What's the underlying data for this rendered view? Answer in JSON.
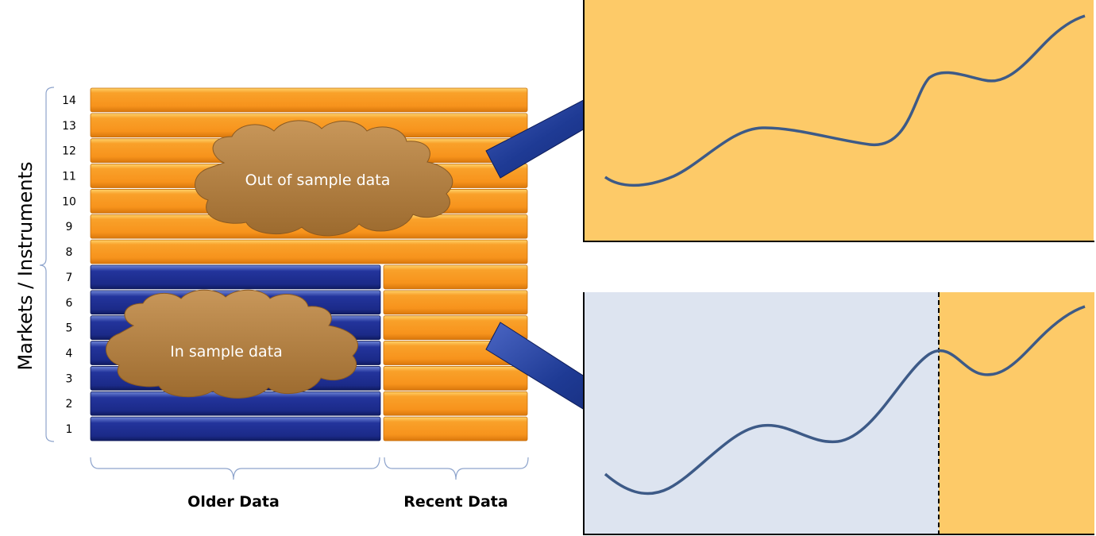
{
  "axis_label": "Markets / Instruments",
  "row_numbers": [
    "1",
    "2",
    "3",
    "4",
    "5",
    "6",
    "7",
    "8",
    "9",
    "10",
    "11",
    "12",
    "13",
    "14"
  ],
  "in_sample_rows": 7,
  "labels": {
    "older": "Older Data",
    "recent": "Recent Data",
    "out_of_sample": "Out of sample data",
    "in_sample": "In sample data"
  },
  "colors": {
    "orange": "#f7951e",
    "blue": "#1f2f8f",
    "cloud": "#b07d3c",
    "arrow": "#1e3c96",
    "chart_orange_bg": "#fdca68",
    "chart_blue_bg": "#dde4f0",
    "line": "#3d5a87"
  }
}
